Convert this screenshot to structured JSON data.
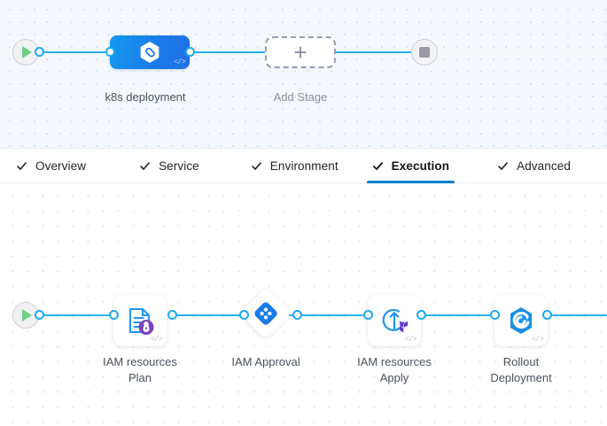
{
  "stage_canvas": {
    "start_node": {
      "icon": "play-icon",
      "name": "pipeline-start"
    },
    "end_node": {
      "icon": "stop-icon",
      "name": "pipeline-end"
    },
    "stages": [
      {
        "label": "k8s deployment",
        "icon": "harness-hexagon-icon",
        "code_badge": "</>",
        "type": "stage"
      },
      {
        "label": "Add Stage",
        "icon": "plus-icon",
        "plus": "+",
        "type": "add"
      }
    ]
  },
  "tabs": {
    "items": [
      {
        "label": "Overview",
        "icon": "check-icon",
        "active": false
      },
      {
        "label": "Service",
        "icon": "check-icon",
        "active": false
      },
      {
        "label": "Environment",
        "icon": "check-icon",
        "active": false
      },
      {
        "label": "Execution",
        "icon": "check-icon",
        "active": true
      },
      {
        "label": "Advanced",
        "icon": "check-icon",
        "active": false
      }
    ],
    "active_index": 3
  },
  "execution_canvas": {
    "start_node": {
      "icon": "play-icon",
      "name": "execution-start"
    },
    "steps": [
      {
        "label_line1": "IAM resources",
        "label_line2": "Plan",
        "icon": "terraform-plan-icon",
        "code_badge": "</>",
        "shape": "card"
      },
      {
        "label_line1": "IAM Approval",
        "label_line2": "",
        "icon": "harness-approval-icon",
        "code_badge": "",
        "shape": "diamond"
      },
      {
        "label_line1": "IAM resources",
        "label_line2": "Apply",
        "icon": "terraform-apply-icon",
        "code_badge": "</>",
        "shape": "card"
      },
      {
        "label_line1": "Rollout",
        "label_line2": "Deployment",
        "icon": "argo-rollout-icon",
        "code_badge": "</>",
        "shape": "card"
      }
    ]
  },
  "colors": {
    "accent_blue": "#27b2f0",
    "tab_active_underline": "#0b7fd4",
    "stage_gradient_start": "#1499f0",
    "stage_gradient_end": "#1f6fe6",
    "terraform_purple": "#7b42bc",
    "play_green": "#6fd08a",
    "canvas_top_bg": "#f4f8fc",
    "canvas_bottom_bg": "#ffffff"
  }
}
